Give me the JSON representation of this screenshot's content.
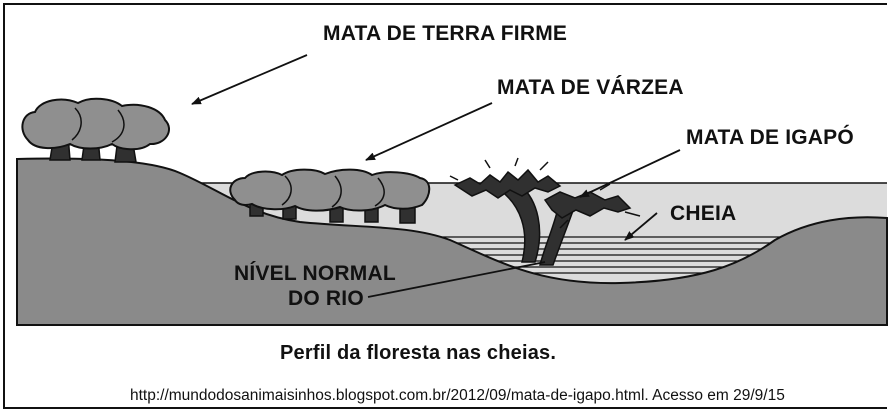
{
  "labels": {
    "terra_firme": "MATA DE TERRA FIRME",
    "varzea": "MATA DE VÁRZEA",
    "igapo": "MATA DE IGAPÓ",
    "cheia": "CHEIA",
    "nivel_line1": "NÍVEL NORMAL",
    "nivel_line2": "DO RIO"
  },
  "caption": "Perfil da floresta nas cheias.",
  "source": "http://mundodosanimaisinhos.blogspot.com.br/2012/09/mata-de-igapo.html. Acesso em 29/9/15",
  "colors": {
    "ground": "#8a8a8a",
    "flood_water": "#dcdcdc",
    "tree_canopy": "#8f8f8f",
    "trunk": "#303030",
    "outline": "#111111"
  }
}
